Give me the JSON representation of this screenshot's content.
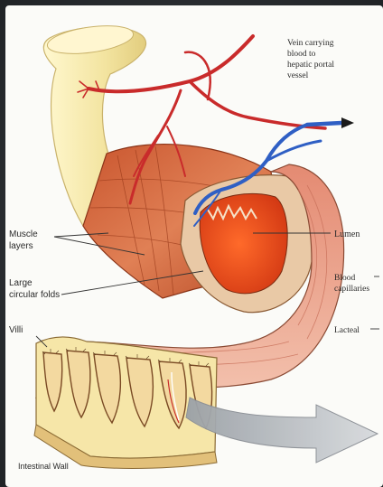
{
  "diagram": {
    "labels": {
      "vein_line1": "Vein carrying",
      "vein_line2": "blood to",
      "vein_line3": "hepatic portal",
      "vein_line4": "vessel",
      "lumen": "Lumen",
      "muscle_line1": "Muscle",
      "muscle_line2": "layers",
      "folds_line1": "Large",
      "folds_line2": "circular folds",
      "villi": "Villi",
      "blood_line1": "Blood",
      "blood_line2": "capillaries",
      "lacteal": "Lacteal",
      "wall": "Intestinal Wall"
    },
    "colors": {
      "outer_tube": "#f6e9a6",
      "muscle": "#d8704a",
      "mucosa": "#eda58f",
      "lumen": "#e84a1e",
      "artery": "#c92b2b",
      "vein": "#2f5fc4",
      "arrow": "#b8bcc2"
    }
  }
}
